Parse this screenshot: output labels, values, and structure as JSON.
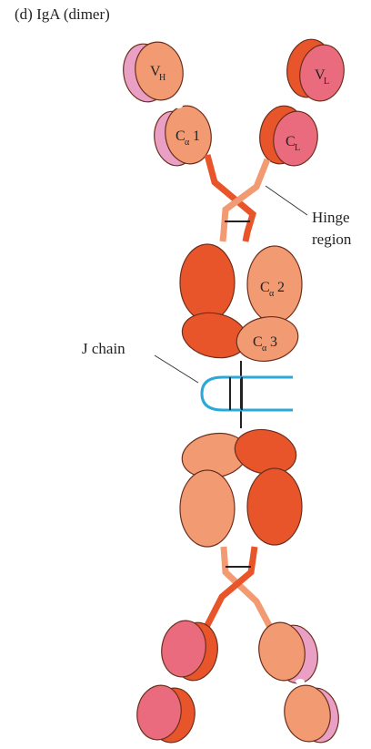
{
  "caption": "(d) IgA (dimer)",
  "labels": {
    "hinge_line1": "Hinge",
    "hinge_line2": "region",
    "j_chain": "J chain"
  },
  "domains": {
    "vh_main": "V",
    "vh_sub": "H",
    "vl_main": "V",
    "vl_sub": "L",
    "ca1_main": "C",
    "ca1_sub": "α",
    "ca1_num": "1",
    "cl_main": "C",
    "cl_sub": "L",
    "ca2_main": "C",
    "ca2_sub": "α",
    "ca2_num": "2",
    "ca3_main": "C",
    "ca3_sub": "α",
    "ca3_num": "3"
  },
  "colors": {
    "heavy_light": "#f29a72",
    "heavy_dark": "#e8552a",
    "light_pink": "#e9a0c4",
    "light_rose": "#ea6b7e",
    "j_chain": "#2aa8d8",
    "outline": "#5a2a1a"
  }
}
